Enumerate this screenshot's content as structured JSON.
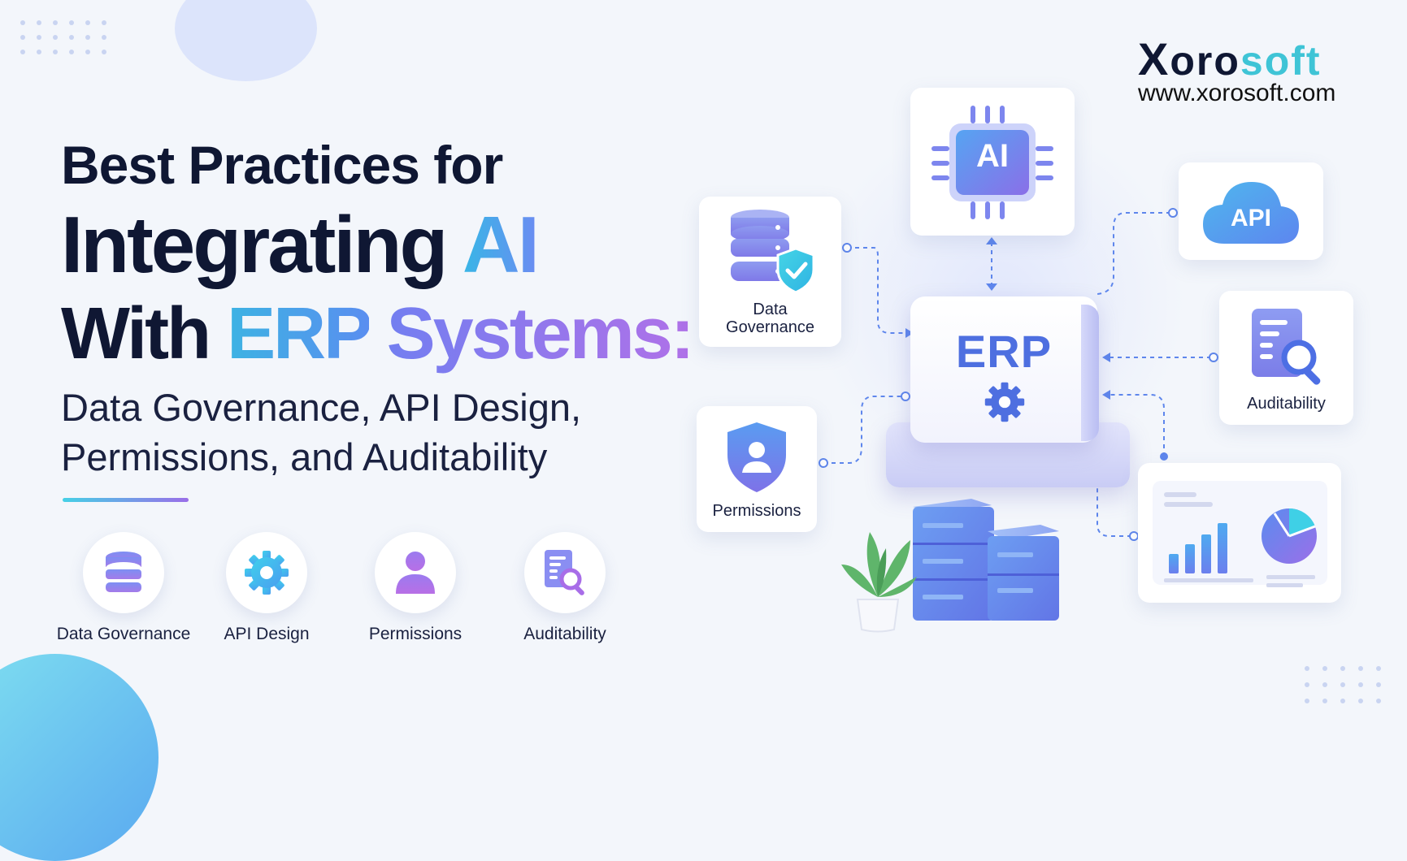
{
  "brand": {
    "name_x": "X",
    "name_oro": "oro",
    "name_soft": "soft",
    "url": "www.xorosoft.com"
  },
  "headline": {
    "line1": "Best Practices for",
    "line2_a": "Integrating ",
    "line2_b": "AI",
    "line3_a": "With ",
    "line3_b": "ERP",
    "line3_c": " Systems:",
    "subtitle_line1": "Data Governance, API Design,",
    "subtitle_line2": "Permissions, and Auditability"
  },
  "features": [
    {
      "label": "Data Governance",
      "icon": "database-icon"
    },
    {
      "label": "API Design",
      "icon": "gear-icon"
    },
    {
      "label": "Permissions",
      "icon": "user-icon"
    },
    {
      "label": "Auditability",
      "icon": "document-search-icon"
    }
  ],
  "diagram": {
    "center": "ERP",
    "ai_chip": "AI",
    "api_cloud": "API",
    "data_governance_line1": "Data",
    "data_governance_line2": "Governance",
    "permissions": "Permissions",
    "auditability": "Auditability"
  },
  "colors": {
    "navy": "#0f1733",
    "cyan": "#3fc4d6",
    "blue": "#4e6fe0",
    "purple": "#a06ee8"
  }
}
